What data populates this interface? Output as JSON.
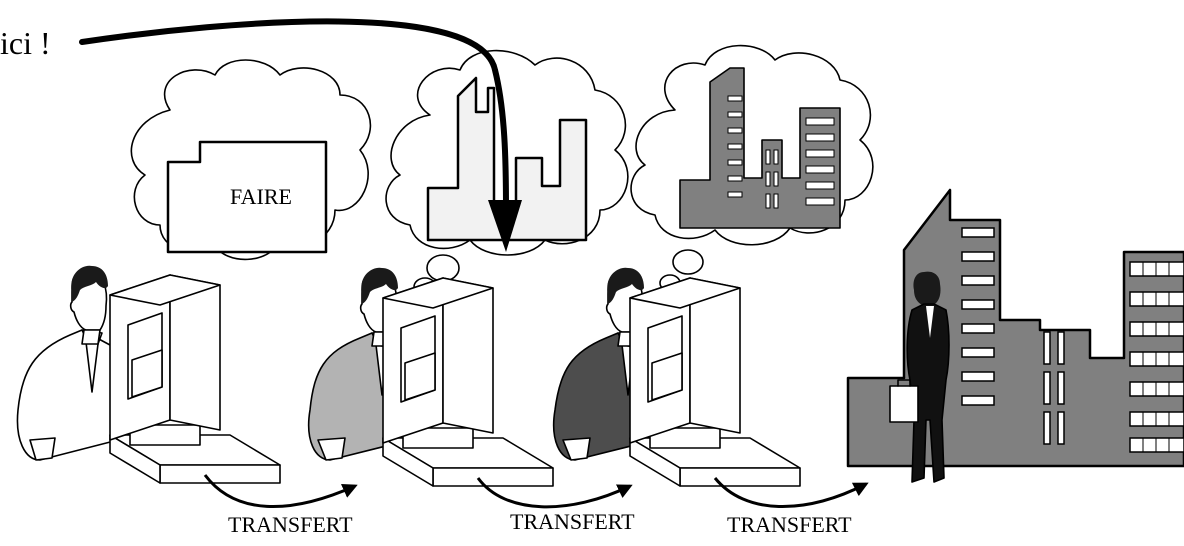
{
  "callout": {
    "text": "ici !"
  },
  "thought_bubble_1": {
    "text": "FAIRE"
  },
  "transfers": [
    {
      "label": "TRANSFERT"
    },
    {
      "label": "TRANSFERT"
    },
    {
      "label": "TRANSFERT"
    }
  ],
  "colors": {
    "outline": "#000000",
    "suit_light": "#ffffff",
    "suit_mid": "#b3b3b3",
    "suit_dark": "#4d4d4d",
    "building_sketch": "#f2f2f2",
    "building_gray": "#808080"
  }
}
